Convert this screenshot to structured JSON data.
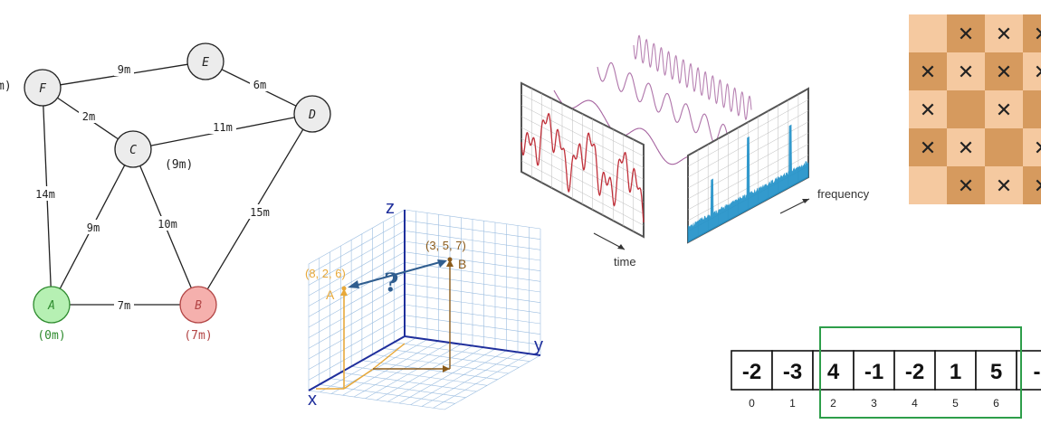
{
  "graph": {
    "nodes": [
      {
        "id": "F",
        "label": "F",
        "cost": "m)"
      },
      {
        "id": "E",
        "label": "E"
      },
      {
        "id": "D",
        "label": "D"
      },
      {
        "id": "C",
        "label": "C",
        "cost": "(9m)"
      },
      {
        "id": "A",
        "label": "A",
        "cost": "(0m)",
        "color": "#2e8b2e",
        "fill": "#b6f0b3"
      },
      {
        "id": "B",
        "label": "B",
        "cost": "(7m)",
        "color": "#b34545",
        "fill": "#f5b0ad"
      }
    ],
    "edges": [
      {
        "from": "F",
        "to": "E",
        "label": "9m"
      },
      {
        "from": "E",
        "to": "D",
        "label": "6m"
      },
      {
        "from": "F",
        "to": "C",
        "label": "2m"
      },
      {
        "from": "C",
        "to": "D",
        "label": "11m"
      },
      {
        "from": "F",
        "to": "A",
        "label": "14m"
      },
      {
        "from": "C",
        "to": "A",
        "label": "9m"
      },
      {
        "from": "C",
        "to": "B",
        "label": "10m"
      },
      {
        "from": "D",
        "to": "B",
        "label": "15m"
      },
      {
        "from": "A",
        "to": "B",
        "label": "7m"
      }
    ]
  },
  "space3d": {
    "axis_x": "x",
    "axis_y": "y",
    "axis_z": "z",
    "point_a_coords": "(8, 2, 6)",
    "point_a_label": "A",
    "point_b_coords": "(3, 5, 7)",
    "point_b_label": "B",
    "question": "?",
    "colors": {
      "a": "#e8a93a",
      "b": "#8a5a1a",
      "axis": "#1f2f9c",
      "arrow": "#2f5d8f",
      "grid": "#9bbde0"
    }
  },
  "fourier": {
    "time_label": "time",
    "frequency_label": "frequency",
    "colors": {
      "signal": "#c0303a",
      "wave": "#a05a9a",
      "spectrum": "#1e90c8"
    }
  },
  "board": {
    "rows": [
      [
        "",
        "X",
        "X",
        "X"
      ],
      [
        "X",
        "X",
        "X",
        "X"
      ],
      [
        "X",
        "",
        "X",
        ""
      ],
      [
        "X",
        "X",
        "",
        "X"
      ],
      [
        "",
        "X",
        "X",
        "X"
      ]
    ],
    "colors": {
      "light": "#f5c9a0",
      "dark": "#d69a5e"
    }
  },
  "array": {
    "values": [
      "-2",
      "-3",
      "4",
      "-1",
      "-2",
      "1",
      "5",
      "-"
    ],
    "indices": [
      "0",
      "1",
      "2",
      "3",
      "4",
      "5",
      "6",
      ""
    ],
    "window_color": "#2e9e4a"
  }
}
